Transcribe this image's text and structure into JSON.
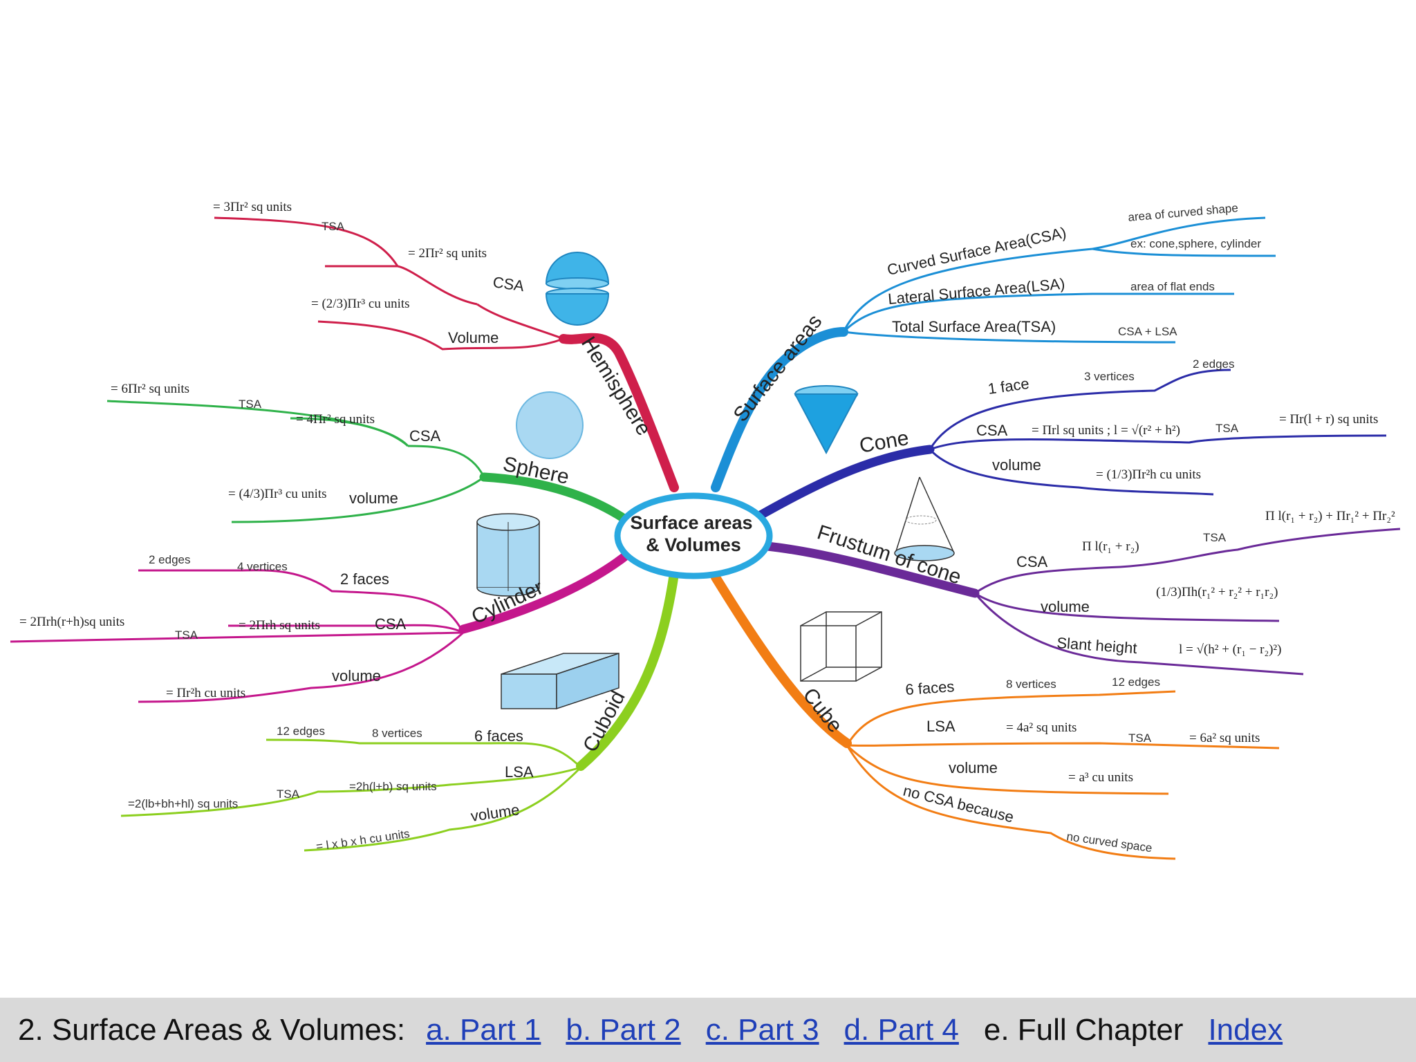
{
  "center": {
    "line1": "Surface areas",
    "line2": "& Volumes"
  },
  "colors": {
    "hemisphere": "#cf1f4b",
    "sphere": "#2fb24a",
    "cylinder": "#c4178c",
    "cuboid": "#8ccf1f",
    "surface": "#1b8fd6",
    "cone": "#2b2ca8",
    "frustum": "#6a2a98",
    "cube": "#f27d14",
    "center_ring": "#29a8e0"
  },
  "hemisphere": {
    "branch": "Hemisphere",
    "tsa_label": "TSA",
    "tsa_formula": "= 3Πr² sq units",
    "csa_label": "CSA",
    "csa_formula": "= 2Πr² sq units",
    "volume_label": "Volume",
    "volume_formula": "= (2/3)Πr³ cu units"
  },
  "sphere": {
    "branch": "Sphere",
    "tsa_label": "TSA",
    "tsa_formula": "= 6Πr² sq units",
    "csa_label": "CSA",
    "csa_formula": "= 4Πr² sq units",
    "volume_label": "volume",
    "volume_formula": "= (4/3)Πr³ cu units"
  },
  "cylinder": {
    "branch": "Cylinder",
    "faces": "2 faces",
    "vertices": "4 vertices",
    "edges": "2 edges",
    "csa_label": "CSA",
    "csa_formula": "= 2Πrh sq units",
    "tsa_label": "TSA",
    "tsa_formula": "= 2Πrh(r+h)sq units",
    "volume_label": "volume",
    "volume_formula": "= Πr²h cu units"
  },
  "cuboid": {
    "branch": "Cuboid",
    "faces": "6 faces",
    "vertices": "8 vertices",
    "edges": "12 edges",
    "lsa_label": "LSA",
    "lsa_formula": "=2h(l+b) sq units",
    "tsa_label": "TSA",
    "tsa_formula": "=2(lb+bh+hl) sq units",
    "volume_label": "volume",
    "volume_formula": "= l x b x h cu units"
  },
  "surface_areas": {
    "branch": "Surface areas",
    "csa": "Curved Surface Area(CSA)",
    "csa_note1": "area of curved shape",
    "csa_note2": "ex: cone,sphere, cylinder",
    "lsa": "Lateral Surface Area(LSA)",
    "lsa_note": "area of flat ends",
    "tsa": "Total Surface Area(TSA)",
    "tsa_note": "CSA + LSA"
  },
  "cone": {
    "branch": "Cone",
    "face": "1 face",
    "vertices": "3 vertices",
    "edges": "2 edges",
    "csa_label": "CSA",
    "csa_formula": "= Πrl sq units ; l = √(r² + h²)",
    "tsa_label": "TSA",
    "tsa_formula": "= Πr(l + r) sq units",
    "volume_label": "volume",
    "volume_formula": "= (1/3)Πr²h cu units"
  },
  "frustum": {
    "branch": "Frustum of cone",
    "csa_label": "CSA",
    "csa_formula": "Π l(r₁ + r₂)",
    "tsa_label": "TSA",
    "tsa_formula": "Π l(r₁ + r₂) + Πr₁² + Πr₂²",
    "volume_label": "volume",
    "volume_formula": "(1/3)Πh(r₁² + r₂² + r₁r₂)",
    "slant_label": "Slant height",
    "slant_formula": "l = √(h² + (r₁ − r₂)²)"
  },
  "cube": {
    "branch": "Cube",
    "faces": "6 faces",
    "vertices": "8 vertices",
    "edges": "12 edges",
    "lsa_label": "LSA",
    "lsa_formula": "= 4a² sq units",
    "tsa_label": "TSA",
    "tsa_formula": "= 6a² sq units",
    "volume_label": "volume",
    "volume_formula": "= a³ cu units",
    "no_csa": "no CSA because",
    "no_csa_reason": "no curved space"
  },
  "footer": {
    "title": "2. Surface Areas & Volumes:",
    "links": [
      "a. Part 1",
      "b. Part 2",
      "c. Part 3",
      "d. Part 4"
    ],
    "plain": "e. Full Chapter",
    "index": "Index"
  }
}
